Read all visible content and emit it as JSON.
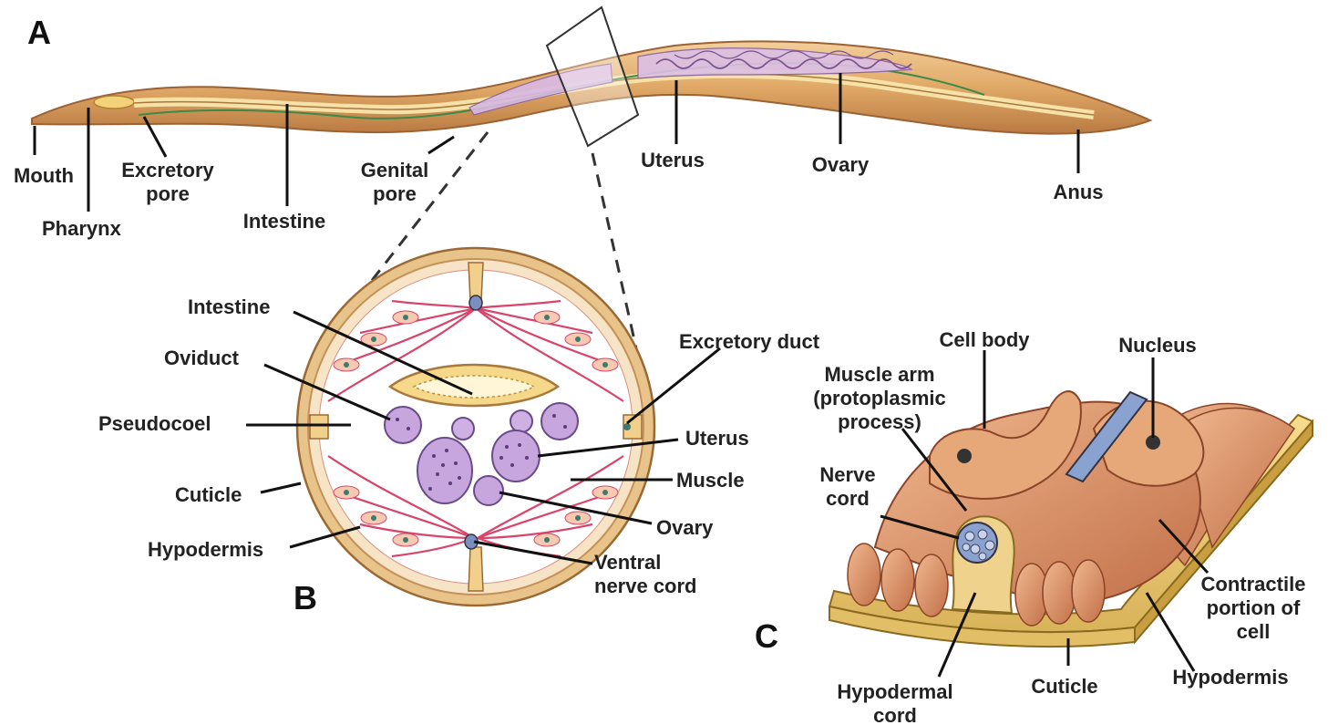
{
  "panels": {
    "a": "A",
    "b": "B",
    "c": "C"
  },
  "panel_a": {
    "mouth": "Mouth",
    "pharynx": "Pharynx",
    "excretory_pore": [
      "Excretory",
      "pore"
    ],
    "intestine": "Intestine",
    "genital_pore": [
      "Genital",
      "pore"
    ],
    "uterus": "Uterus",
    "ovary": "Ovary",
    "anus": "Anus"
  },
  "panel_b": {
    "intestine": "Intestine",
    "oviduct": "Oviduct",
    "pseudocoel": "Pseudocoel",
    "cuticle": "Cuticle",
    "hypodermis": "Hypodermis",
    "excretory_duct": "Excretory duct",
    "uterus": "Uterus",
    "muscle": "Muscle",
    "ovary": "Ovary",
    "ventral_nerve_cord": [
      "Ventral",
      "nerve cord"
    ]
  },
  "panel_c": {
    "cell_body": "Cell body",
    "nucleus": "Nucleus",
    "muscle_arm": [
      "Muscle arm",
      "(protoplasmic",
      "process)"
    ],
    "nerve_cord": [
      "Nerve",
      "cord"
    ],
    "contractile": [
      "Contractile",
      "portion of",
      "cell"
    ],
    "hypodermal_cord": [
      "Hypodermal",
      "cord"
    ],
    "cuticle": "Cuticle",
    "hypodermis": "Hypodermis"
  },
  "colors": {
    "body": "#e0b07a",
    "body_edge": "#a86a3a",
    "intestine": "#f5dfa0",
    "repro": "#c9a8d8",
    "muscle": "#e06680",
    "muscle_cell": "#f7c9b0",
    "nerve": "#7a8fc0",
    "lateral_line": "#3a8a4a"
  }
}
